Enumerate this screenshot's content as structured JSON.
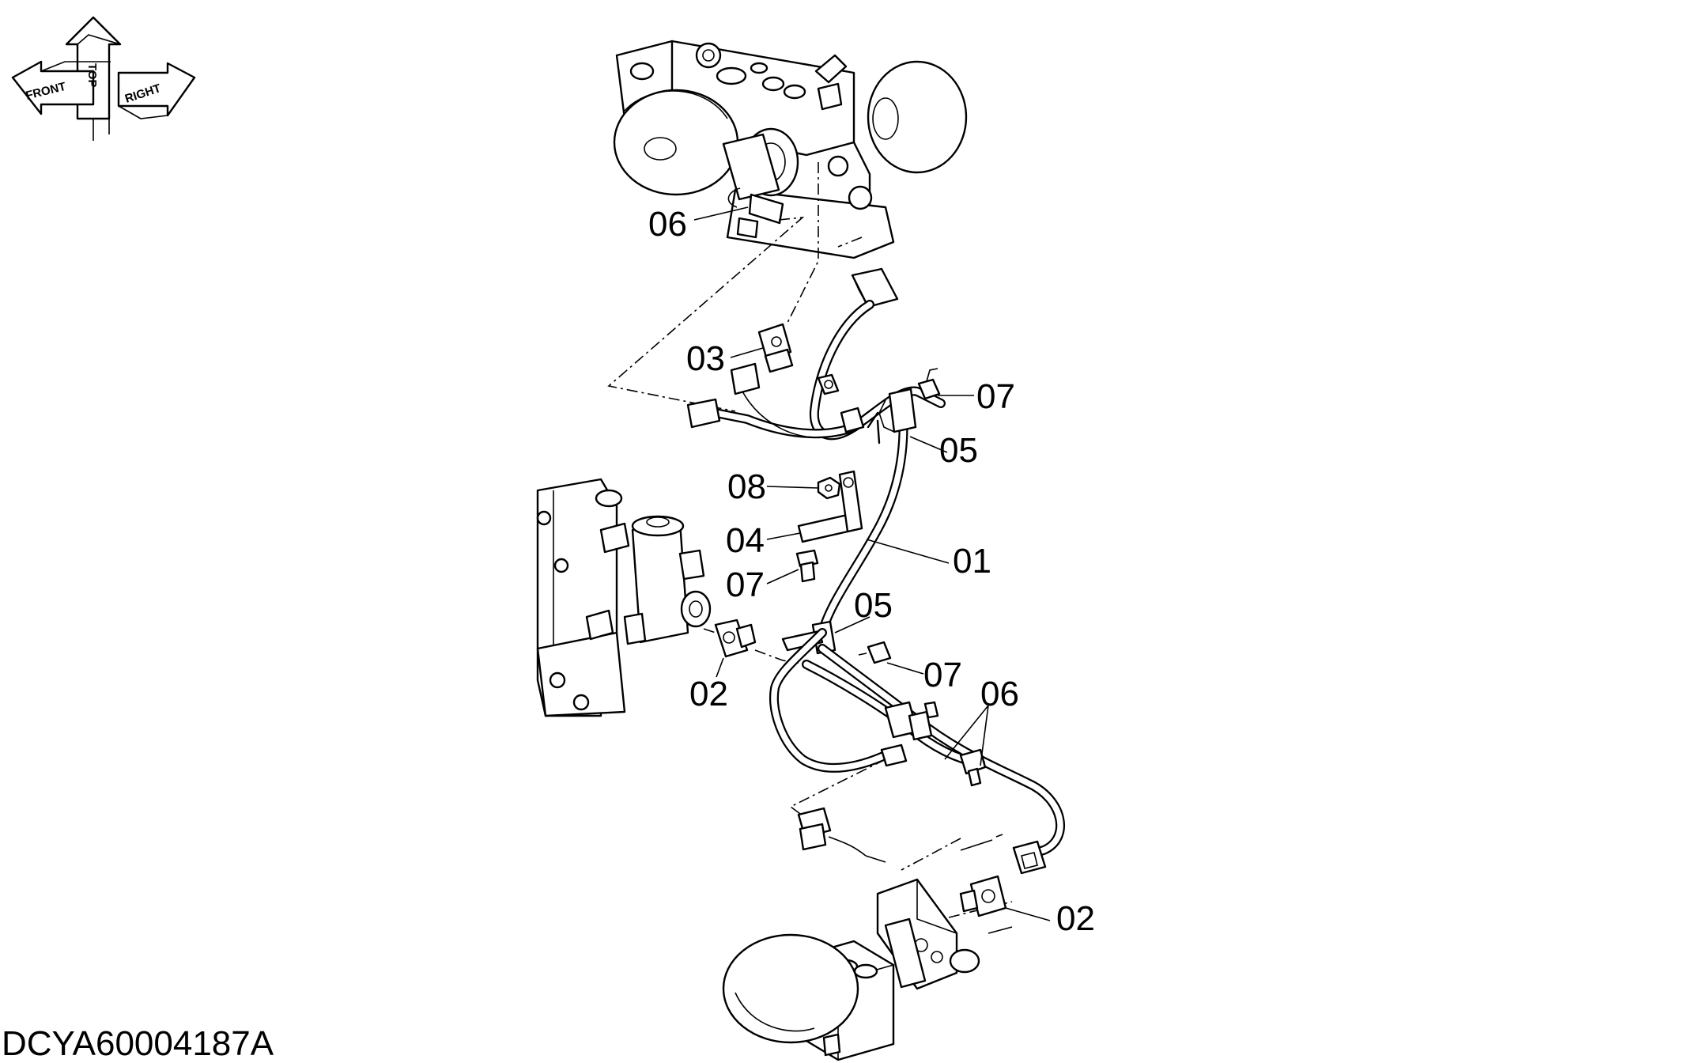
{
  "orientation": {
    "front_label": "FRONT",
    "top_label": "TOP",
    "right_label": "RIGHT"
  },
  "callouts": {
    "c01": "01",
    "c02a": "02",
    "c02b": "02",
    "c03": "03",
    "c04": "04",
    "c05a": "05",
    "c05b": "05",
    "c06a": "06",
    "c06b": "06",
    "c07a": "07",
    "c07b": "07",
    "c07c": "07",
    "c08": "08"
  },
  "drawing_id": "DCYA60004187A"
}
